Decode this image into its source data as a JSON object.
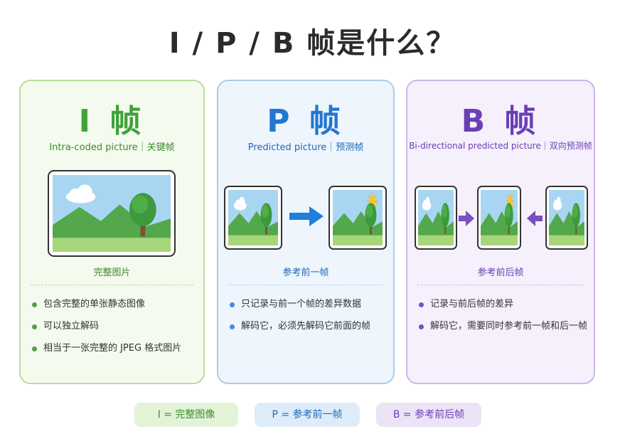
{
  "title": "I / P / B 帧是什么？",
  "cards": {
    "i": {
      "heading": "I 帧",
      "subtitle": "Intra-coded picture｜关键帧",
      "caption": "完整图片",
      "bullets": [
        "包含完整的单张静态图像",
        "可以独立解码",
        "相当于一张完整的 JPEG 格式图片"
      ]
    },
    "p": {
      "heading": "P 帧",
      "subtitle": "Predicted picture｜预测帧",
      "caption": "参考前一帧",
      "bullets": [
        "只记录与前一个帧的差异数据",
        "解码它，必须先解码它前面的帧"
      ]
    },
    "b": {
      "heading": "B 帧",
      "subtitle": "Bi-directional predicted picture｜双向预测帧",
      "caption": "参考前后帧",
      "bullets": [
        "记录与前后帧的差异",
        "解码它，需要同时参考前一帧和后一帧"
      ]
    }
  },
  "legend": {
    "i": "I  =  完整图像",
    "p": "P  =  参考前一帧",
    "b": "B  =  参考前后帧"
  },
  "colors": {
    "i_accent": "#3fa33a",
    "p_accent": "#2277d0",
    "b_accent": "#6a3fb5"
  }
}
